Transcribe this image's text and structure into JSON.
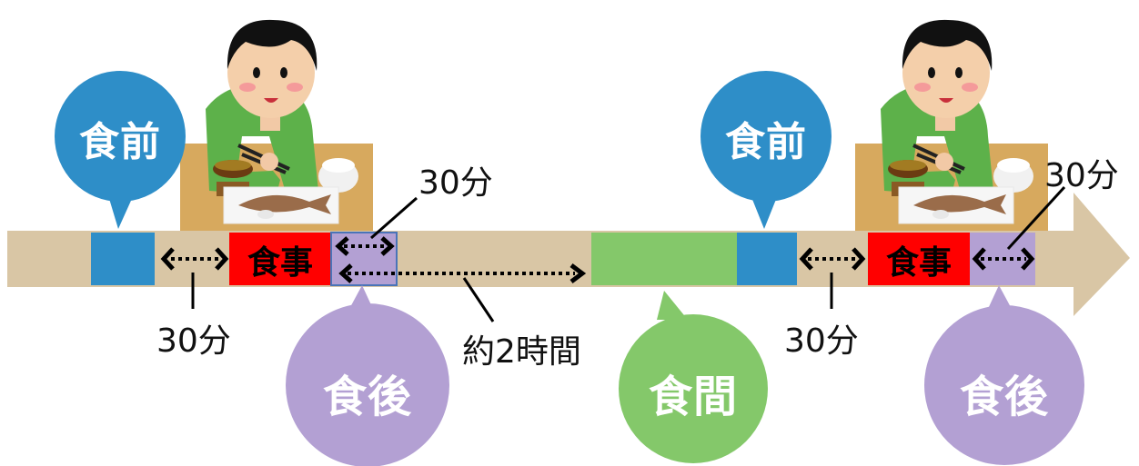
{
  "labels": {
    "before_meal": "食前",
    "after_meal": "食後",
    "between_meals": "食間",
    "meal": "食事",
    "thirty_min": "30分",
    "about_two_hours": "約2時間"
  },
  "colors": {
    "timeline": "#d9c6a5",
    "before_meal": "#2e8ec8",
    "after_meal": "#b3a0d3",
    "between_meals": "#84c86a",
    "meal": "#ff0000",
    "text": "#111111"
  },
  "icons": [
    "boy-eating-meal-illustration",
    "double-arrow-icon",
    "timeline-arrow"
  ]
}
